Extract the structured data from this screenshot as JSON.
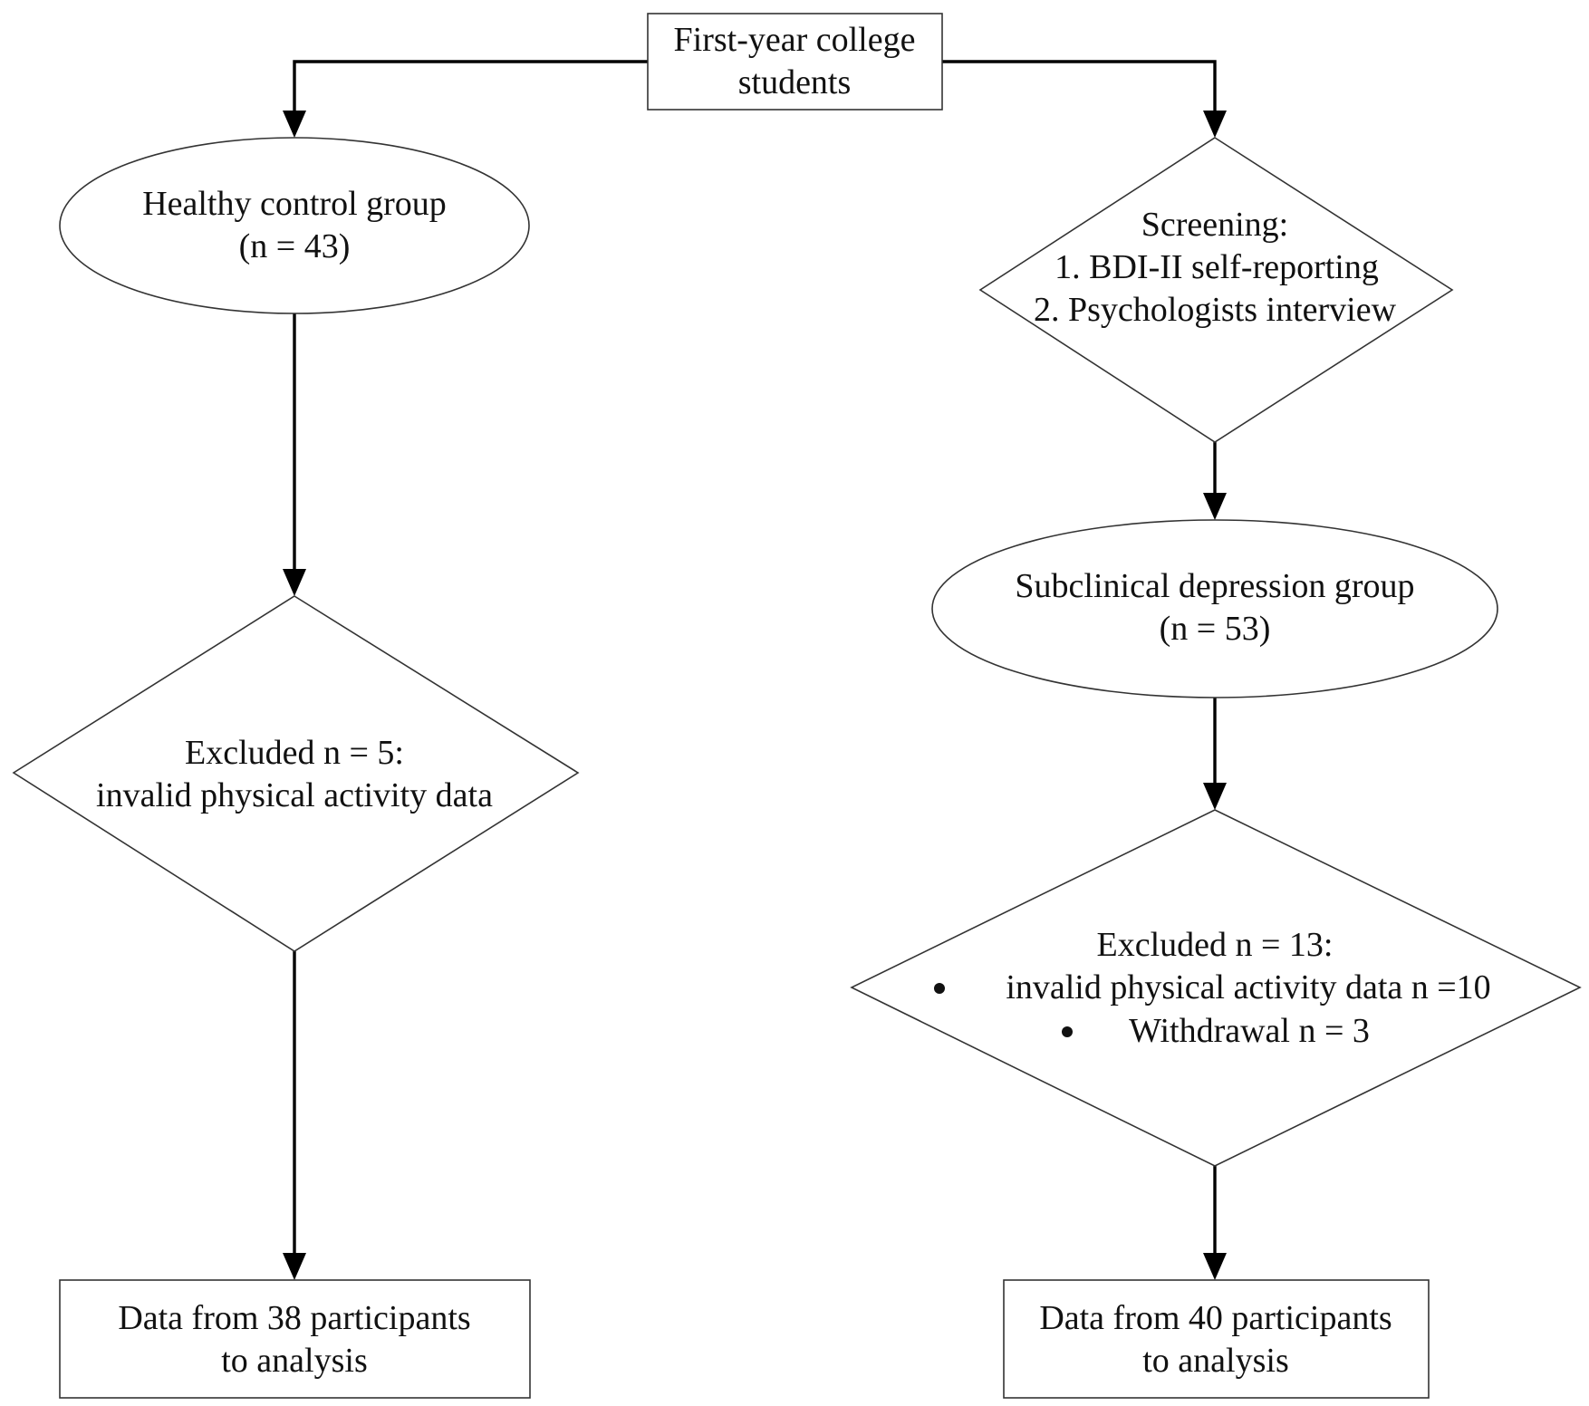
{
  "nodes": {
    "start": {
      "lines": [
        "First-year college",
        "students"
      ]
    },
    "healthy": {
      "lines": [
        "Healthy control group",
        "(n = 43)"
      ]
    },
    "screening": {
      "lines": [
        "Screening:",
        "1. BDI-II self-reporting",
        "2. Psychologists interview"
      ]
    },
    "subclinical": {
      "lines": [
        "Subclinical depression group",
        "(n = 53)"
      ]
    },
    "excluded_left": {
      "lines": [
        "Excluded n = 5:",
        "invalid physical activity data"
      ]
    },
    "excluded_right": {
      "title": "Excluded n = 13:",
      "bullets": [
        "invalid physical activity data n =10",
        "Withdrawal n = 3"
      ]
    },
    "result_left": {
      "lines": [
        "Data from 38 participants",
        "to analysis"
      ]
    },
    "result_right": {
      "lines": [
        "Data from 40 participants",
        "to analysis"
      ]
    }
  },
  "edges": [
    {
      "from": "start",
      "to": "healthy"
    },
    {
      "from": "start",
      "to": "screening"
    },
    {
      "from": "healthy",
      "to": "excluded_left"
    },
    {
      "from": "excluded_left",
      "to": "result_left"
    },
    {
      "from": "screening",
      "to": "subclinical"
    },
    {
      "from": "subclinical",
      "to": "excluded_right"
    },
    {
      "from": "excluded_right",
      "to": "result_right"
    }
  ]
}
